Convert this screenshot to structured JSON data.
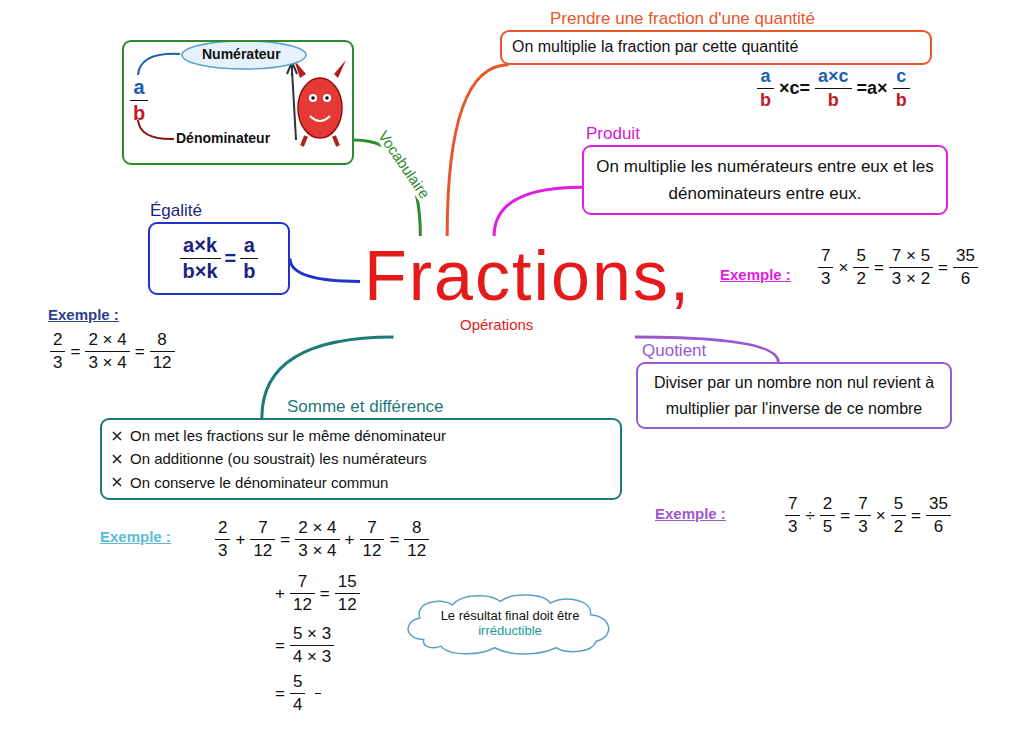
{
  "diagram": {
    "nodes": [
      {
        "text": [
          "Fractions,",
          "Opérations"
        ]
      },
      {
        "text": [
          "Numérateur",
          "a",
          "b",
          "Dénominateur"
        ]
      },
      {
        "text": [
          "Prendre une fraction d'une quantité",
          "On multiplie la fraction par cette quantité"
        ]
      },
      {
        "text": [
          "Produit",
          "On multiplie les numérateurs entre eux et les dénominateurs entre eux."
        ]
      },
      {
        "text": [
          "Égalité",
          "a×k",
          "b×k",
          "=",
          "a",
          "b"
        ]
      },
      {
        "text": [
          "Quotient",
          "Diviser par un nombre non nul revient à multiplier par l'inverse de ce nombre"
        ]
      },
      {
        "text": [
          "Somme et différence",
          "On met les fractions sur le même dénominateur",
          "On additionne (ou soustrait) les numérateurs",
          "On conserve le dénominateur commun"
        ]
      },
      {
        "text": [
          "Le résultat final doit être",
          "irréductible"
        ]
      }
    ],
    "edges": [
      {
        "from": 0,
        "to": 1,
        "arrow": "none",
        "label": "Vocabulaire"
      },
      {
        "from": 0,
        "to": 2,
        "arrow": "none"
      },
      {
        "from": 0,
        "to": 3,
        "arrow": "none"
      },
      {
        "from": 0,
        "to": 4,
        "arrow": "none"
      },
      {
        "from": 0,
        "to": 5,
        "arrow": "none"
      },
      {
        "from": 0,
        "to": 6,
        "arrow": "none"
      }
    ],
    "labels": [
      "a",
      "b",
      "×c=",
      "a×c",
      "b",
      "=a×",
      "c",
      "b",
      "Exemple :",
      "7",
      "3",
      "×",
      "5",
      "2",
      "=",
      "7 × 5",
      "3 × 2",
      "=",
      "35",
      "6",
      "Exemple :",
      "2",
      "3",
      "=",
      "2 × 4",
      "3 × 4",
      "=",
      "8",
      "12",
      "Exemple :",
      "7",
      "3",
      "÷",
      "2",
      "5",
      "=",
      "7",
      "3",
      "×",
      "5",
      "2",
      "=",
      "35",
      "6",
      "Exemple :",
      "2",
      "3",
      "+",
      "7",
      "12",
      "=",
      "2 × 4",
      "3 × 4",
      "+",
      "7",
      "12",
      "=",
      "8",
      "12",
      "+",
      "7",
      "12",
      "=",
      "15",
      "12",
      "=",
      "5 × 3",
      "4 × 3",
      "=",
      "5",
      "4"
    ]
  }
}
